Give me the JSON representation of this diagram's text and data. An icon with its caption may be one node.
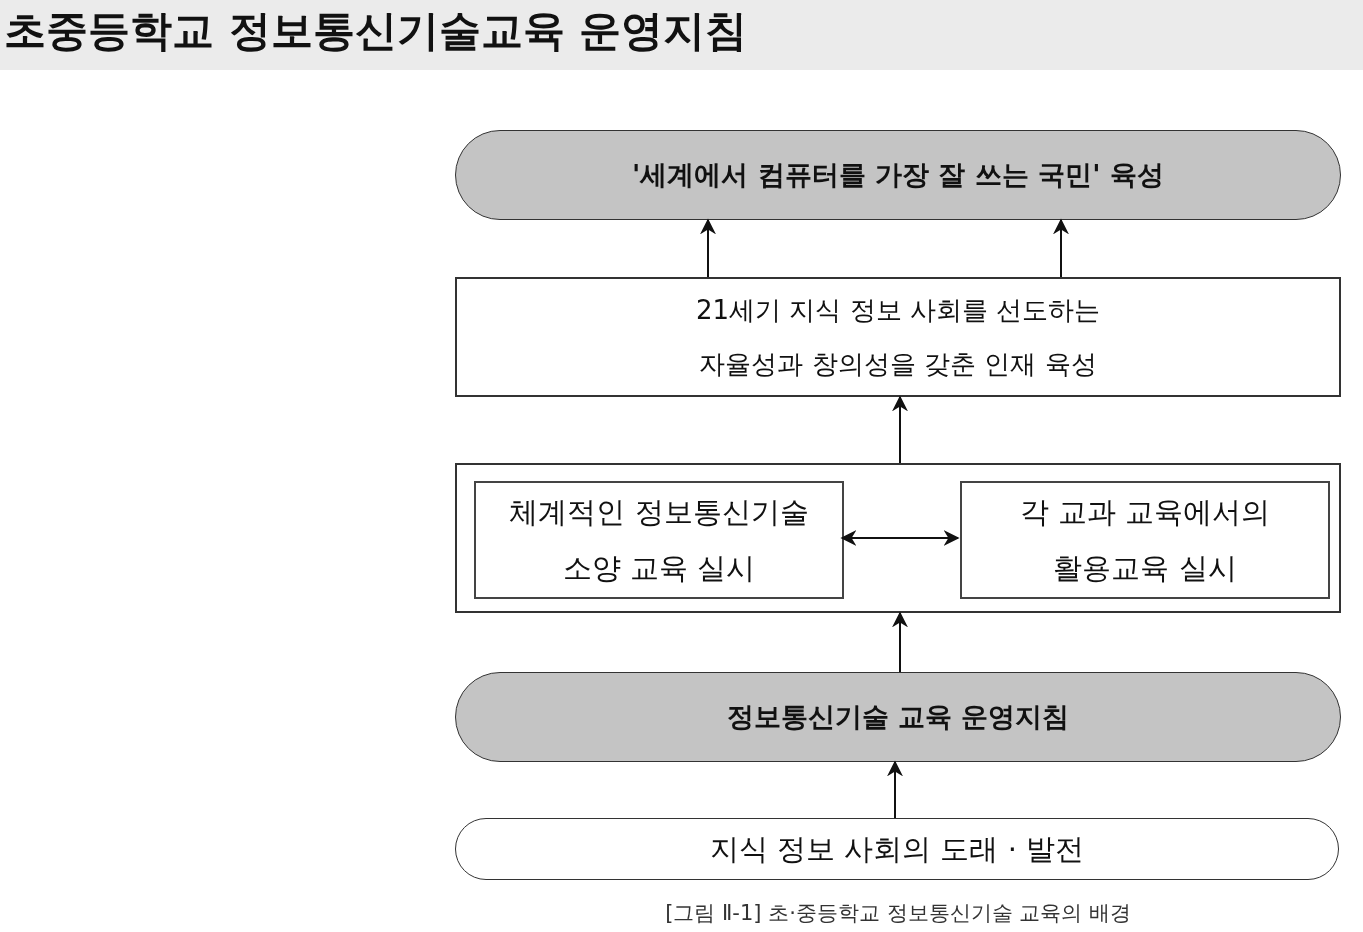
{
  "diagram": {
    "title": "초중등학교 정보통신기술교육 운영지침",
    "caption": "[그림 Ⅱ-1] 초·중등학교 정보통신기술 교육의 배경",
    "nodes": [
      {
        "text": [
          "'세계에서 컴퓨터를 가장 잘 쓰는 국민' 육성"
        ]
      },
      {
        "text": [
          "21세기 지식 정보 사회를 선도하는 자율성과 창의성을 갖춘 인재 육성"
        ]
      },
      {
        "text": [],
        "shape": "box"
      },
      {
        "text": [
          "체계적인 정보통신기술 소양 교육 실시"
        ],
        "in": 2
      },
      {
        "text": [
          "각 교과 교육에서의 활용교육 실시"
        ],
        "in": 2
      },
      {
        "text": [
          "정보통신기술 교육 운영지침"
        ]
      },
      {
        "text": [
          "지식 정보 사회의 도래 · 발전"
        ]
      }
    ],
    "edges": [
      {
        "from": 1,
        "to": 0,
        "arrow": "to"
      },
      {
        "from": 1,
        "to": 0,
        "arrow": "to"
      },
      {
        "from": 2,
        "to": 1,
        "arrow": "to"
      },
      {
        "from": 3,
        "to": 4,
        "arrow": "both"
      },
      {
        "from": 5,
        "to": 2,
        "arrow": "to"
      },
      {
        "from": 6,
        "to": 5,
        "arrow": "to"
      }
    ]
  }
}
